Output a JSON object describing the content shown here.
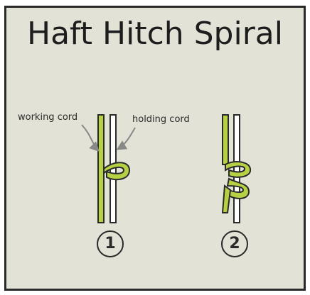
{
  "title": "Haft Hitch Spiral",
  "labels": {
    "working_cord": "working cord",
    "holding_cord": "holding cord"
  },
  "steps": [
    "1",
    "2"
  ],
  "colors": {
    "background": "#e2e2d6",
    "frame": "#2a2a2a",
    "working_cord": "#b7d145",
    "holding_cord": "#ffffff",
    "arrow": "#888888"
  }
}
